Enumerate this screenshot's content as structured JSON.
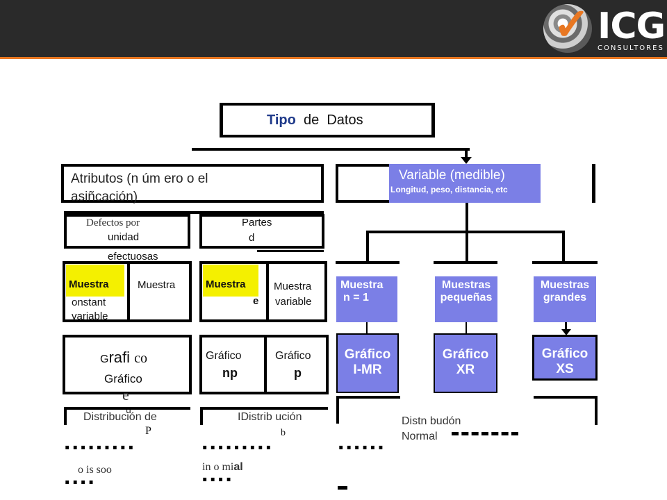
{
  "logo": {
    "name": "ICG",
    "sub": "CONSULTORES"
  },
  "top": {
    "title_a": "Tipo",
    "title_b": "de",
    "title_c": "Datos"
  },
  "attr": {
    "line1": "Atributos     (n úm ero  o  el",
    "line2": "asiñcación)"
  },
  "variable": {
    "title": "Variable (medible)",
    "subtitle": "Longitud, peso, distancia, etc"
  },
  "def": {
    "a": "Defectos por",
    "b": "unidad",
    "c": "efectuosas"
  },
  "partes": {
    "a": "Partes",
    "b": "d"
  },
  "samples": {
    "yellow1": "Muestra",
    "m1": "Muestra",
    "constant": "onstant",
    "variable1": "variable",
    "yellow2": "Muestra",
    "e": "e",
    "m2a": "Muestra",
    "m2b": "variable",
    "blue1a": "Muestra",
    "blue1b": "n = 1",
    "blue2a": "Muestras",
    "blue2b": "pequeñas",
    "blue3a": "Muestras",
    "blue3b": "grandes"
  },
  "charts": {
    "g1a": "rafi",
    "g1pre": "G",
    "g1b": "co",
    "g1c": "Gráfico",
    "g1d": "e",
    "g1e": "u",
    "g2a": "Gráfico",
    "g2b": "np",
    "g3a": "Gráfico",
    "g3b": "p",
    "b1a": "Gráfico",
    "b1b": "I-MR",
    "b2a": "Gráfico",
    "b2b": "XR",
    "b3a": "Gráfico",
    "b3b": "XS"
  },
  "dist": {
    "d1": "Distribución   de",
    "d1b": "P",
    "d2": "IDistrib ución",
    "d2b": "b",
    "d3a": "Distn budón",
    "d3b": "Normal",
    "p1": "o   is  soo",
    "p2a": "in   o  mi",
    "p2b": "al"
  }
}
